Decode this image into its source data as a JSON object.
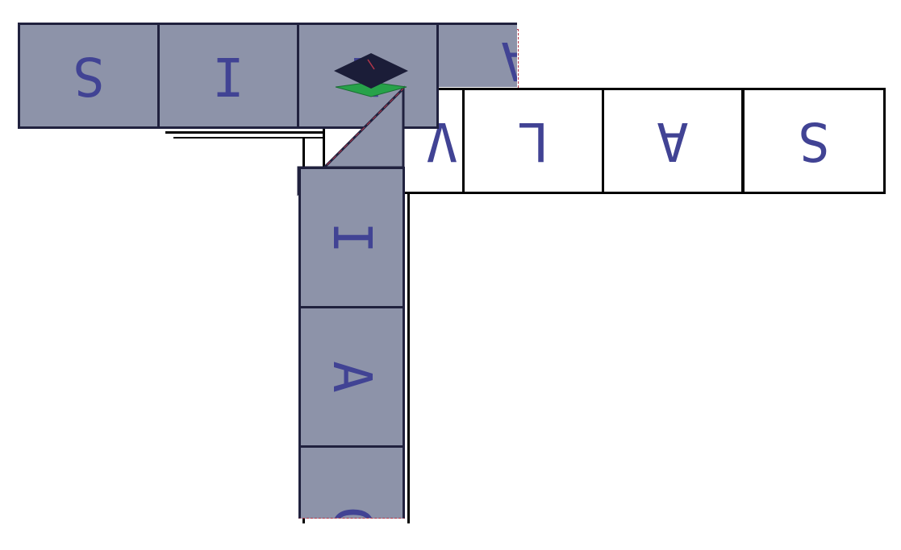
{
  "board": {
    "placed_word": [
      "V",
      "L",
      "A",
      "S"
    ],
    "drag_row_tiles": [
      "S",
      "I",
      "L",
      "A"
    ],
    "drag_column_tiles": [
      "I",
      "A",
      "C"
    ]
  },
  "icons": {
    "tile-stack-icon": "layered-diamond",
    "colors": {
      "stack_top": "#1b1d38",
      "stack_base": "#27a24a",
      "tile_fill": "#8d93a9",
      "tile_border": "#20213e",
      "letter": "#414394"
    }
  }
}
